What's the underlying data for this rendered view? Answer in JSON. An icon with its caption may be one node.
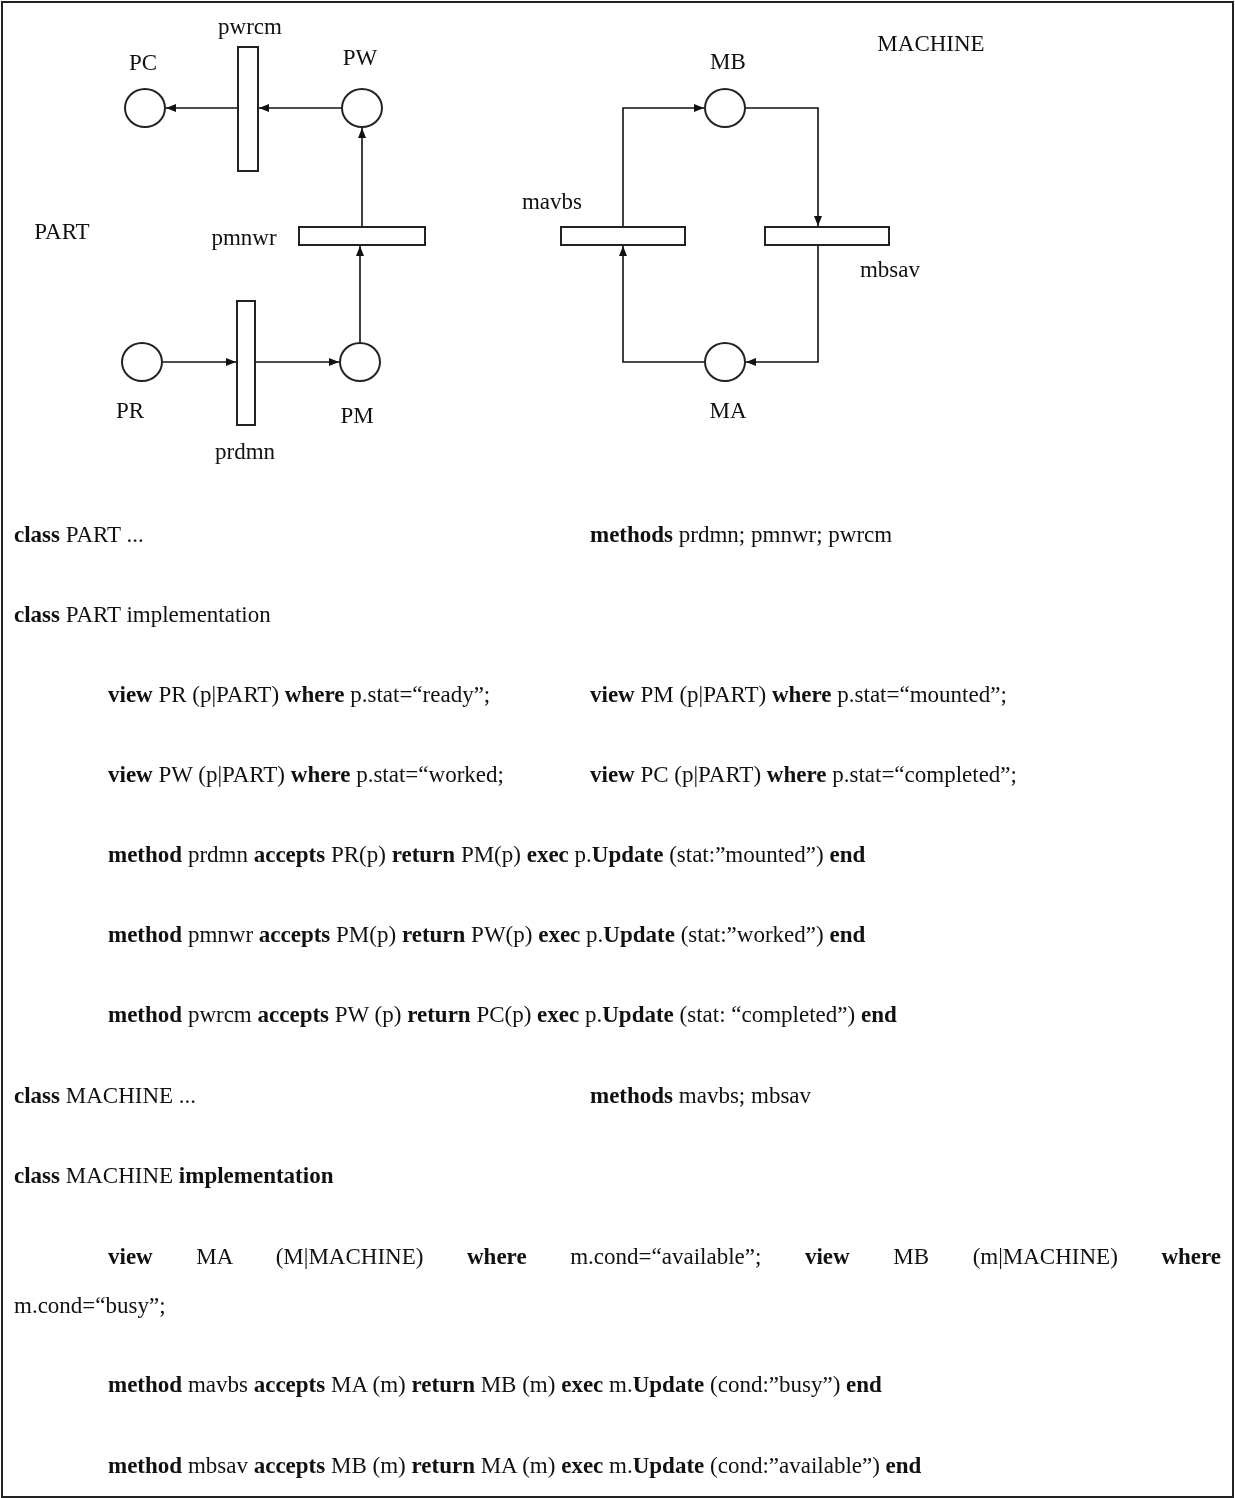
{
  "diagram": {
    "nodes": [
      {
        "text": [],
        "shape": "circle",
        "beside": [
          "PC"
        ]
      },
      {
        "text": [],
        "shape": "bar",
        "beside": [
          "pwrcm"
        ]
      },
      {
        "text": [],
        "shape": "circle",
        "beside": [
          "PW"
        ]
      },
      {
        "text": [],
        "shape": "circle",
        "beside": [
          "MB"
        ]
      },
      {
        "text": [],
        "shape": "bar",
        "beside": [
          "mavbs"
        ]
      },
      {
        "text": [],
        "shape": "bar",
        "beside": [
          "pmnwr"
        ]
      },
      {
        "text": [],
        "shape": "bar",
        "beside": [
          "mbsav"
        ]
      },
      {
        "text": [],
        "shape": "circle",
        "beside": [
          "PR"
        ]
      },
      {
        "text": [],
        "shape": "bar",
        "beside": [
          "prdmn"
        ]
      },
      {
        "text": [],
        "shape": "circle",
        "beside": [
          "PM"
        ]
      },
      {
        "text": [],
        "shape": "circle",
        "beside": [
          "MA"
        ]
      }
    ],
    "edges": [
      {
        "from": 7,
        "to": 8,
        "arrow": "to"
      },
      {
        "from": 8,
        "to": 9,
        "arrow": "to"
      },
      {
        "from": 9,
        "to": 5,
        "arrow": "to"
      },
      {
        "from": 5,
        "to": 2,
        "arrow": "to"
      },
      {
        "from": 2,
        "to": 1,
        "arrow": "to"
      },
      {
        "from": 1,
        "to": 0,
        "arrow": "to"
      },
      {
        "from": 10,
        "to": 4,
        "arrow": "to"
      },
      {
        "from": 4,
        "to": 3,
        "arrow": "to"
      },
      {
        "from": 3,
        "to": 6,
        "arrow": "to"
      },
      {
        "from": 6,
        "to": 10,
        "arrow": "to"
      }
    ],
    "labels": [
      "MACHINE",
      "PART",
      "**class** PART ...",
      "**methods** prdmn; pmnwr; pwrcm",
      "**class** PART implementation",
      "**view** PR (p|PART) **where** p.stat=“ready”;",
      "**view** PM (p|PART) **where** p.stat=“mounted”;",
      "**view** PW (p|PART) **where** p.stat=“worked;",
      "**view** PC (p|PART) **where** p.stat=“completed”;",
      "**method** prdmn **accepts** PR(p) **return** PM(p) **exec** p.**Update** (stat:”mounted”) **end**",
      "**method** pmnwr **accepts** PM(p) **return** PW(p) **exec** p.**Update** (stat:”worked”) **end**",
      "**method** pwrcm **accepts** PW (p) **return** PC(p) **exec** p.**Update** (stat: “completed”) **end**",
      "**class** MACHINE ...",
      "**methods** mavbs; mbsav",
      "**class** MACHINE **implementation**",
      "**view** MA (M|MACHINE) **where** m.cond=“available”; **view** MB (m|MACHINE) **where** m.cond=“busy”;",
      "**method** mavbs **accepts** MA (m) **return** MB (m) **exec** m.**Update** (cond:”busy”) **end**",
      "**method** mbsav **accepts** MB (m) **return** MA (m) **exec** m.**Update** (cond:”available”) **end**"
    ]
  }
}
